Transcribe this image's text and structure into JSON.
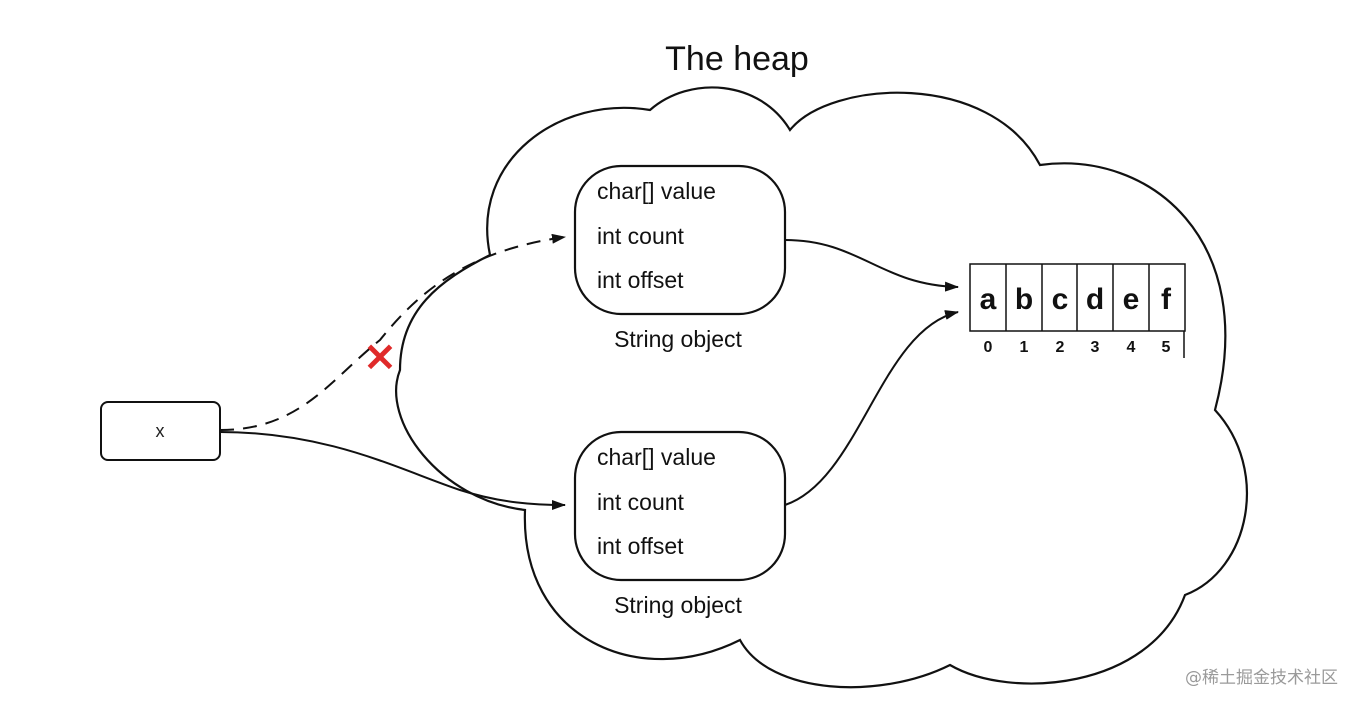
{
  "title": "The heap",
  "variable": {
    "label": "x"
  },
  "string_objects": [
    {
      "fields": [
        "char[] value",
        "int count",
        "int offset"
      ],
      "caption": "String object"
    },
    {
      "fields": [
        "char[] value",
        "int count",
        "int offset"
      ],
      "caption": "String object"
    }
  ],
  "char_array": {
    "chars": [
      "a",
      "b",
      "c",
      "d",
      "e",
      "f"
    ],
    "indices": [
      "0",
      "1",
      "2",
      "3",
      "4",
      "5"
    ]
  },
  "removed_reference_mark": "×",
  "watermark": "@稀土掘金技术社区",
  "colors": {
    "line": "#111111",
    "cross": "#e02a2a",
    "background": "#ffffff"
  }
}
